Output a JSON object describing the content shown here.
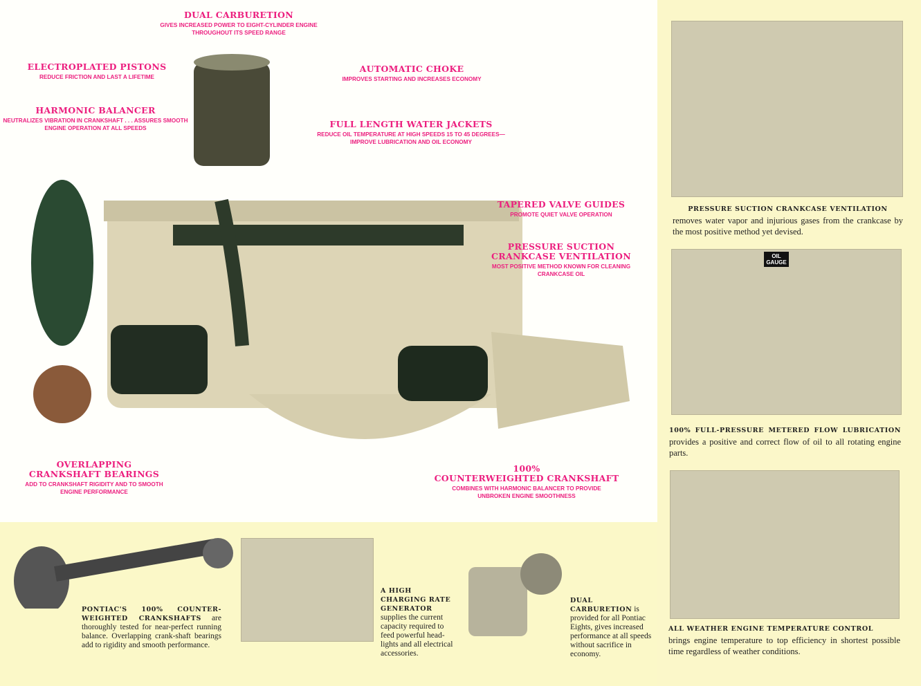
{
  "labels": [
    {
      "id": "dual-carburetion",
      "title": "DUAL CARBURETION",
      "sub": [
        "GIVES INCREASED POWER TO EIGHT-CYLINDER ENGINE",
        "THROUGHOUT ITS SPEED RANGE"
      ]
    },
    {
      "id": "electroplated-pistons",
      "title": "ELECTROPLATED PISTONS",
      "sub": [
        "REDUCE FRICTION AND LAST A LIFETIME"
      ]
    },
    {
      "id": "harmonic-balancer",
      "title": "HARMONIC BALANCER",
      "sub": [
        "NEUTRALIZES VIBRATION IN CRANKSHAFT . . . ASSURES SMOOTH",
        "ENGINE OPERATION AT ALL SPEEDS"
      ]
    },
    {
      "id": "automatic-choke",
      "title": "AUTOMATIC CHOKE",
      "sub": [
        "IMPROVES STARTING AND INCREASES ECONOMY"
      ]
    },
    {
      "id": "water-jackets",
      "title": "FULL LENGTH WATER JACKETS",
      "sub": [
        "REDUCE OIL TEMPERATURE AT HIGH SPEEDS 15 TO 45 DEGREES—",
        "IMPROVE LUBRICATION AND OIL ECONOMY"
      ]
    },
    {
      "id": "tapered-valve-guides",
      "title": "TAPERED VALVE GUIDES",
      "sub": [
        "PROMOTE QUIET VALVE OPERATION"
      ]
    },
    {
      "id": "pressure-suction",
      "title": "PRESSURE SUCTION",
      "title2": "CRANKCASE VENTILATION",
      "sub": [
        "MOST POSITIVE METHOD KNOWN FOR CLEANING",
        "CRANKCASE OIL"
      ]
    },
    {
      "id": "overlapping-bearings",
      "title": "OVERLAPPING",
      "title2": "CRANKSHAFT BEARINGS",
      "sub": [
        "ADD TO CRANKSHAFT RIGIDITY AND TO SMOOTH",
        "ENGINE PERFORMANCE"
      ]
    },
    {
      "id": "counterweighted",
      "title": "100%",
      "title2": "COUNTERWEIGHTED CRANKSHAFT",
      "sub": [
        "COMBINES WITH HARMONIC BALANCER TO PROVIDE",
        "UNBROKEN ENGINE SMOOTHNESS"
      ]
    }
  ],
  "captions": {
    "ventilation": {
      "bold": "PRESSURE SUCTION CRANKCASE VENTILATION",
      "text": "removes water vapor and injurious gases from the crankcase by the most positive method yet devised."
    },
    "lubrication": {
      "bold": "100% FULL-PRESSURE METERED FLOW LUBRICATION",
      "text": " provides a positive and correct flow of oil to all rotating engine parts.",
      "gauge": "OIL GAUGE"
    },
    "temperature": {
      "bold": "ALL WEATHER ENGINE TEMPERATURE CONTROL",
      "text": "brings engine temperature to top efficiency in shortest possible time regardless of weather conditions."
    },
    "crankshafts": {
      "bold": "PONTIAC'S 100% COUNTER-WEIGHTED CRANKSHAFTS",
      "text": " are thoroughly tested for near-perfect running balance. Overlapping crank-shaft bearings add to rigidity and smooth performance."
    },
    "generator": {
      "bold": "A HIGH CHARGING RATE GENERATOR",
      "text": " supplies the current capacity required to feed powerful head-lights and all electrical accessories."
    },
    "carburetion": {
      "bold": "DUAL CARBURETION",
      "text": " is provided for all Pontiac Eights, gives increased performance at all speeds without sacrifice in economy."
    }
  },
  "colors": {
    "accent": "#ec1f7f",
    "paper": "#fbf7c9"
  }
}
